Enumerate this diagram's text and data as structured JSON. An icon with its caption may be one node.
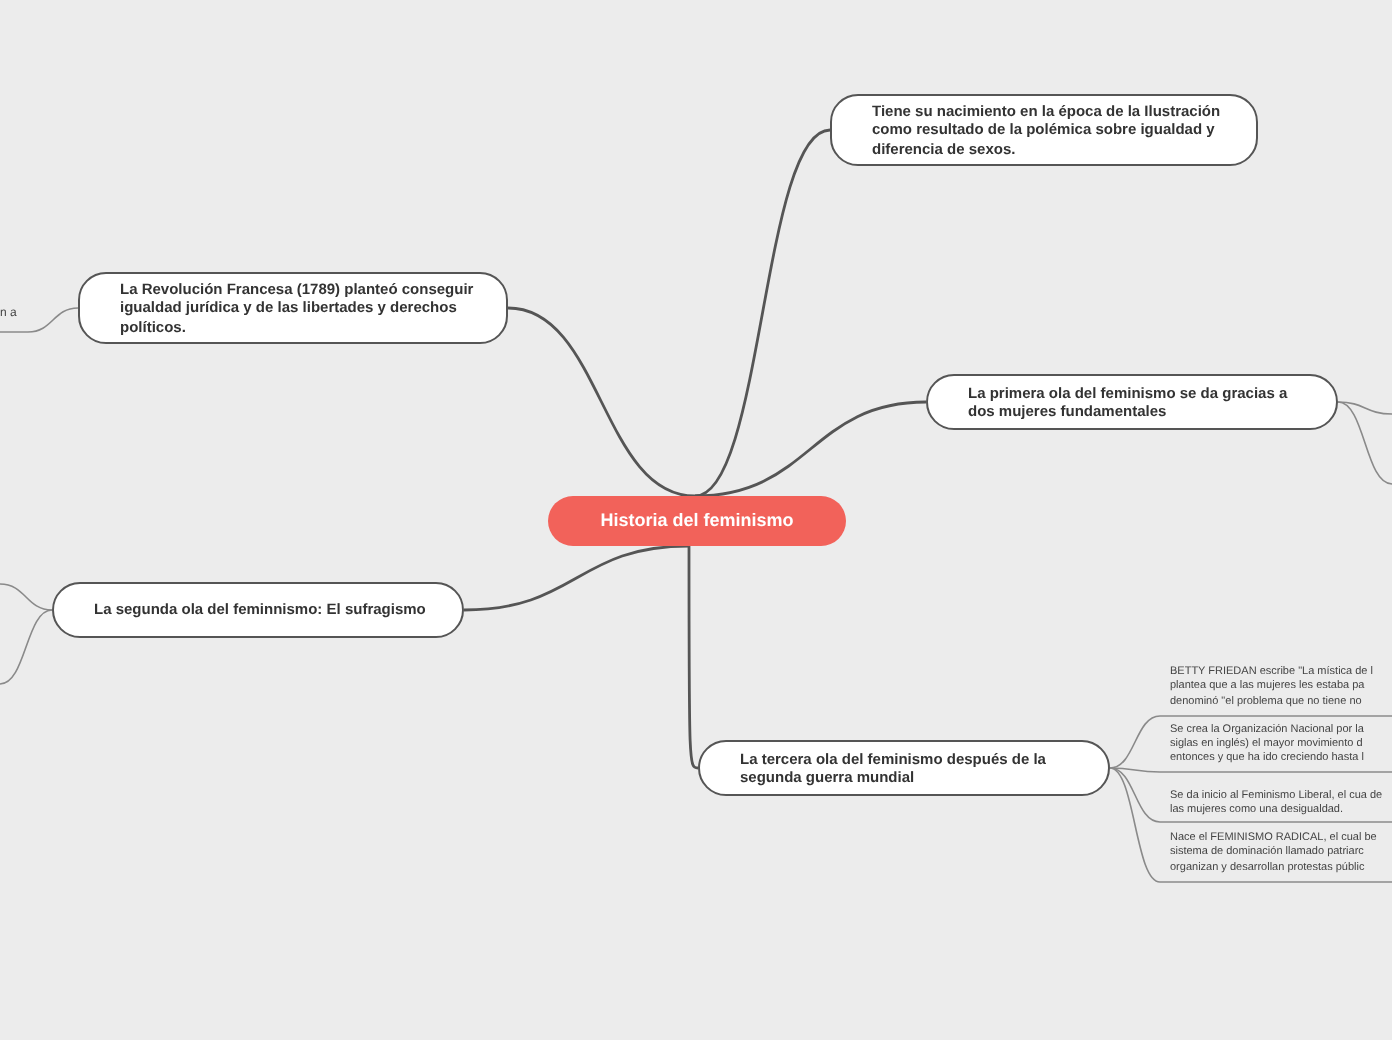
{
  "diagram": {
    "nodes": [
      {
        "text": [
          "Historia del feminismo"
        ]
      },
      {
        "text": [
          "Tiene su nacimiento en la época de la Ilustración como resultado de la polémica sobre igualdad y diferencia de sexos."
        ]
      },
      {
        "text": [
          "La Revolución Francesa (1789) planteó conseguir igualdad jurídica y de las libertades y derechos políticos."
        ]
      },
      {
        "text": [
          "n a"
        ]
      },
      {
        "text": [
          "La primera ola del feminismo se da gracias a dos mujeres fundamentales"
        ]
      },
      {
        "text": [
          "La segunda ola del feminnismo: El sufragismo"
        ]
      },
      {
        "text": [
          "La tercera ola del feminismo después de la segunda guerra mundial"
        ]
      },
      {
        "text": [
          "BETTY FRIEDAN escribe \"La mística de l plantea que a las mujeres les estaba pa denominó \"el problema que no tiene no"
        ]
      },
      {
        "text": [
          "Se crea la Organización Nacional por la siglas en inglés) el mayor movimiento d entonces y que ha ido creciendo hasta l"
        ]
      },
      {
        "text": [
          "Se da inicio al Feminismo Liberal, el cua de las mujeres como una desigualdad."
        ]
      },
      {
        "text": [
          "Nace el FEMINISMO RADICAL, el cual be sistema de dominación llamado patriarc organizan y desarrollan protestas públic"
        ]
      }
    ],
    "edges": [
      {
        "from": 0,
        "to": 1,
        "arrow": "none",
        "color": "#555555"
      },
      {
        "from": 0,
        "to": 2,
        "arrow": "none",
        "color": "#555555"
      },
      {
        "from": 2,
        "to": 3,
        "arrow": "none"
      },
      {
        "from": 0,
        "to": 4,
        "arrow": "none",
        "color": "#555555"
      },
      {
        "from": 4,
        "to": null,
        "arrow": "none"
      },
      {
        "from": 4,
        "to": null,
        "arrow": "none"
      },
      {
        "from": 0,
        "to": 5,
        "arrow": "none",
        "color": "#555555"
      },
      {
        "from": 5,
        "to": null,
        "arrow": "none"
      },
      {
        "from": 5,
        "to": null,
        "arrow": "none"
      },
      {
        "from": 0,
        "to": 6,
        "arrow": "none",
        "color": "#555555"
      },
      {
        "from": 6,
        "to": 7,
        "arrow": "none"
      },
      {
        "from": 6,
        "to": 8,
        "arrow": "none"
      },
      {
        "from": 6,
        "to": 9,
        "arrow": "none"
      },
      {
        "from": 6,
        "to": 10,
        "arrow": "none"
      }
    ]
  }
}
